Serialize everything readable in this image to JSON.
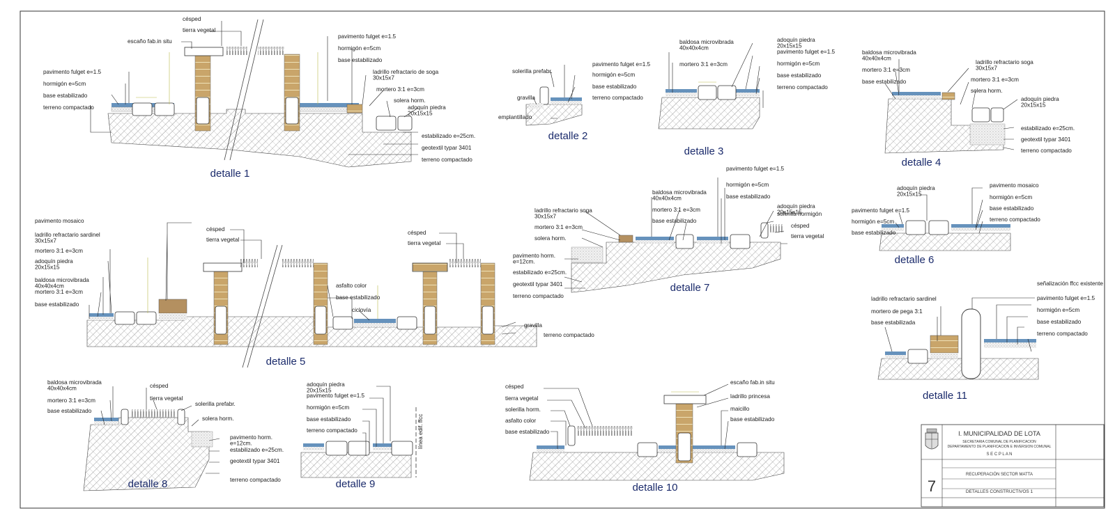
{
  "details": [
    {
      "title": "detalle 1",
      "labels": [
        "césped",
        "tierra vegetal",
        "escaño fab.in situ",
        "pavimento fulget e=1.5",
        "hormigón e=5cm",
        "base estabilizado",
        "ladrillo refractario de soga 30x15x7",
        "mortero 3:1 e=3cm",
        "solera horm.",
        "adoquín piedra 20x15x15",
        "estabilizado e=25cm.",
        "geotextil typar 3401",
        "terreno compactado",
        "pavimento fulget e=1.5",
        "hormigón e=5cm",
        "base estabilizado",
        "terreno compactado"
      ]
    },
    {
      "title": "detalle 2",
      "labels": [
        "solerilla prefabr.",
        "pavimento fulget e=1.5",
        "hormigón e=5cm",
        "base estabilizado",
        "gravilla",
        "terreno compactado",
        "emplantillado"
      ]
    },
    {
      "title": "detalle 3",
      "labels": [
        "baldosa microvibrada 40x40x4cm",
        "mortero 3:1 e=3cm",
        "adoquín piedra 20x15x15",
        "pavimento fulget e=1.5",
        "hormigón e=5cm",
        "base estabilizado",
        "terreno compactado"
      ]
    },
    {
      "title": "detalle 4",
      "labels": [
        "baldosa microvibrada 40x40x4cm",
        "mortero 3:1 e=3cm",
        "base estabilizado",
        "ladrillo refractario soga 30x15x7",
        "mortero 3:1 e=3cm",
        "solera horm.",
        "adoquín piedra 20x15x15",
        "estabilizado e=25cm.",
        "geotextil typar 3401",
        "terreno compactado"
      ]
    },
    {
      "title": "detalle 5",
      "labels": [
        "pavimento mosaico",
        "ladrillo refractario sardinel 30x15x7",
        "mortero 3:1 e=3cm",
        "adoquín piedra 20x15x15",
        "baldosa microvibrada 40x40x4cm",
        "mortero 3:1 e=3cm",
        "base estabilizado",
        "césped",
        "tierra vegetal",
        "césped",
        "tierra vegetal",
        "asfalto color",
        "base estabilizado",
        "ciclovía",
        "gravilla",
        "terreno compactado"
      ]
    },
    {
      "title": "detalle 6",
      "labels": [
        "adoquín piedra 20x15x15",
        "pavimento fulget e=1.5",
        "hormigón e=5cm",
        "base estabilizado",
        "pavimento mosaico",
        "hormigón e=5cm",
        "base estabilizado",
        "terreno compactado"
      ]
    },
    {
      "title": "detalle 7",
      "labels": [
        "ladrillo refractario soga 30x15x7",
        "mortero 3:1 e=3cm",
        "solera horm.",
        "pavimento horm. e=12cm.",
        "estabilizado e=25cm.",
        "geotextil typar 3401",
        "terreno compactado",
        "baldosa microvibrada 40x40x4cm",
        "mortero 3:1 e=3cm",
        "base estabilizado",
        "pavimento fulget e=1.5",
        "hormigón e=5cm",
        "base estabilizado",
        "adoquín piedra 20x15x15",
        "solerilla hormigón",
        "césped",
        "tierra vegetal"
      ]
    },
    {
      "title": "detalle 8",
      "labels": [
        "baldosa microvibrada 40x40x4cm",
        "mortero 3:1 e=3cm",
        "base estabilizado",
        "césped",
        "tierra vegetal",
        "solerilla prefabr.",
        "solera horm.",
        "pavimento horm. e=12cm.",
        "estabilizado e=25cm.",
        "geotextil typar 3401",
        "terreno compactado"
      ]
    },
    {
      "title": "detalle 9",
      "labels": [
        "adoquín piedra 20x15x15",
        "pavimento fulget e=1.5",
        "hormigón e=5cm",
        "base estabilizado",
        "terreno compactado",
        "línea edif. ffcc"
      ]
    },
    {
      "title": "detalle 10",
      "labels": [
        "césped",
        "tierra vegetal",
        "solerilla horm.",
        "asfalto color",
        "base estabilizado",
        "escaño fab.in situ",
        "ladrillo princesa",
        "maicillo",
        "base estabilizado"
      ]
    },
    {
      "title": "detalle 11",
      "labels": [
        "señalización ffcc existente",
        "ladrillo refractario sardinel",
        "mortero de pega 3:1",
        "base estabilizada",
        "pavimento fulget e=1.5",
        "hormigón e=5cm",
        "base estabilizado",
        "terreno compactado"
      ]
    }
  ],
  "titleblock": {
    "org": "I. MUNICIPALIDAD DE LOTA",
    "dept1": "SECRETARIA COMUNAL DE PLANIFICACION",
    "dept2": "DEPARTAMENTO DE PLANIFICACION E INVERSION COMUNAL",
    "unit": "S E C P L A N",
    "project": "RECUPERACIÓN SECTOR MATTA",
    "sheet_content": "DETALLES CONSTRUCTIVOS 1",
    "sheet_number": "7"
  }
}
